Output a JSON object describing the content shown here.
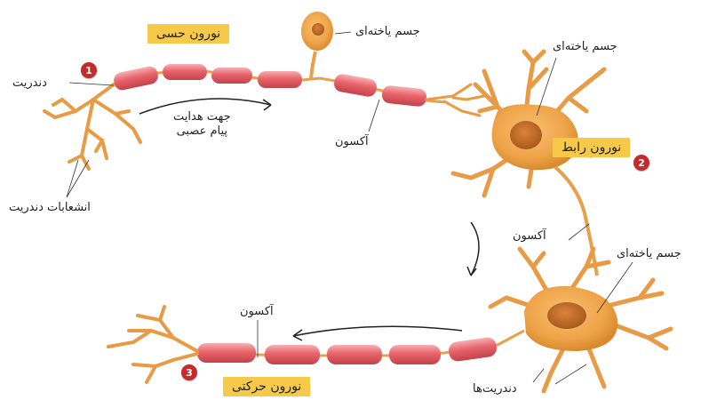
{
  "neurons": {
    "sensory": {
      "title": "نورون حسی",
      "number": "1"
    },
    "interneuron": {
      "title": "نورون رابط",
      "number": "2"
    },
    "motor": {
      "title": "نورون حرکتی",
      "number": "3"
    }
  },
  "labels": {
    "cell_body_1": "جسم یاخته‌ای",
    "cell_body_2": "جسم یاخته‌ای",
    "cell_body_3": "جسم یاخته‌ای",
    "dendrite": "دندریت",
    "dendrite_branches": "انشعابات دندریت",
    "axon_1": "آکسون",
    "axon_2": "آکسون",
    "axon_3": "آکسون",
    "dendrites": "دندریت‌ها",
    "signal_direction_line1": "جهت هدایت",
    "signal_direction_line2": "پیام عصبی"
  },
  "colors": {
    "myelin": "#e8636a",
    "myelin_light": "#f4a0a4",
    "neuron_body": "#f0a848",
    "neuron_body_dark": "#d98a2e",
    "nucleus": "#c0702a",
    "label_bg": "#f7c948",
    "badge": "#c62a2a"
  }
}
